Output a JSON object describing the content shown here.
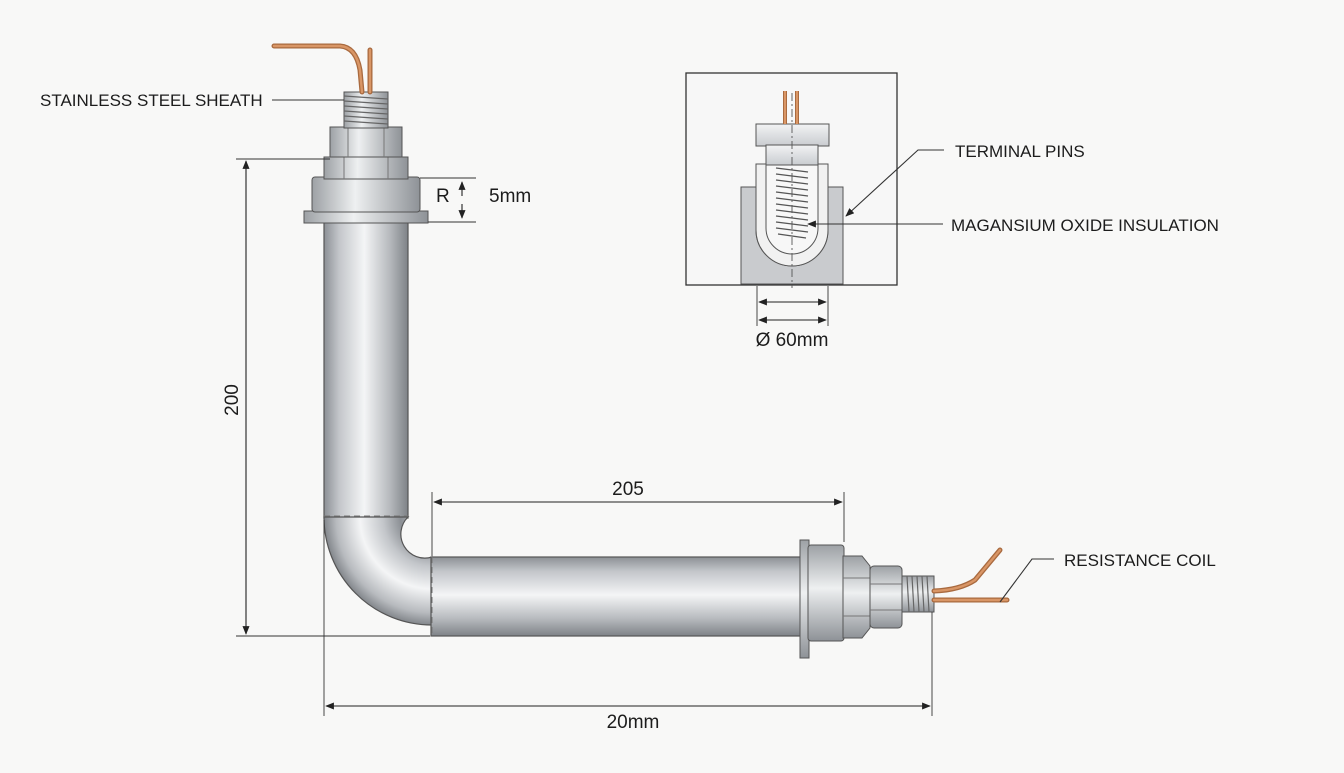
{
  "labels": {
    "sheath": "STAINLESS STEEL SHEATH",
    "terminal_pins": "TERMINAL PINS",
    "insulation": "MAGANSIUM OXIDE INSULATION",
    "coil": "RESISTANCE COIL"
  },
  "dimensions": {
    "radius_symbol": "R",
    "radius_value": "5mm",
    "vertical_length": "200",
    "horizontal_length": "205",
    "overall_width": "20mm",
    "detail_diameter": "Ø 60mm"
  },
  "colors": {
    "background": "#f8f8f7",
    "steel_light": "#f4f5f6",
    "steel_mid": "#c3c6ca",
    "steel_dark": "#8c9095",
    "copper": "#c8824f",
    "line": "#222222"
  }
}
